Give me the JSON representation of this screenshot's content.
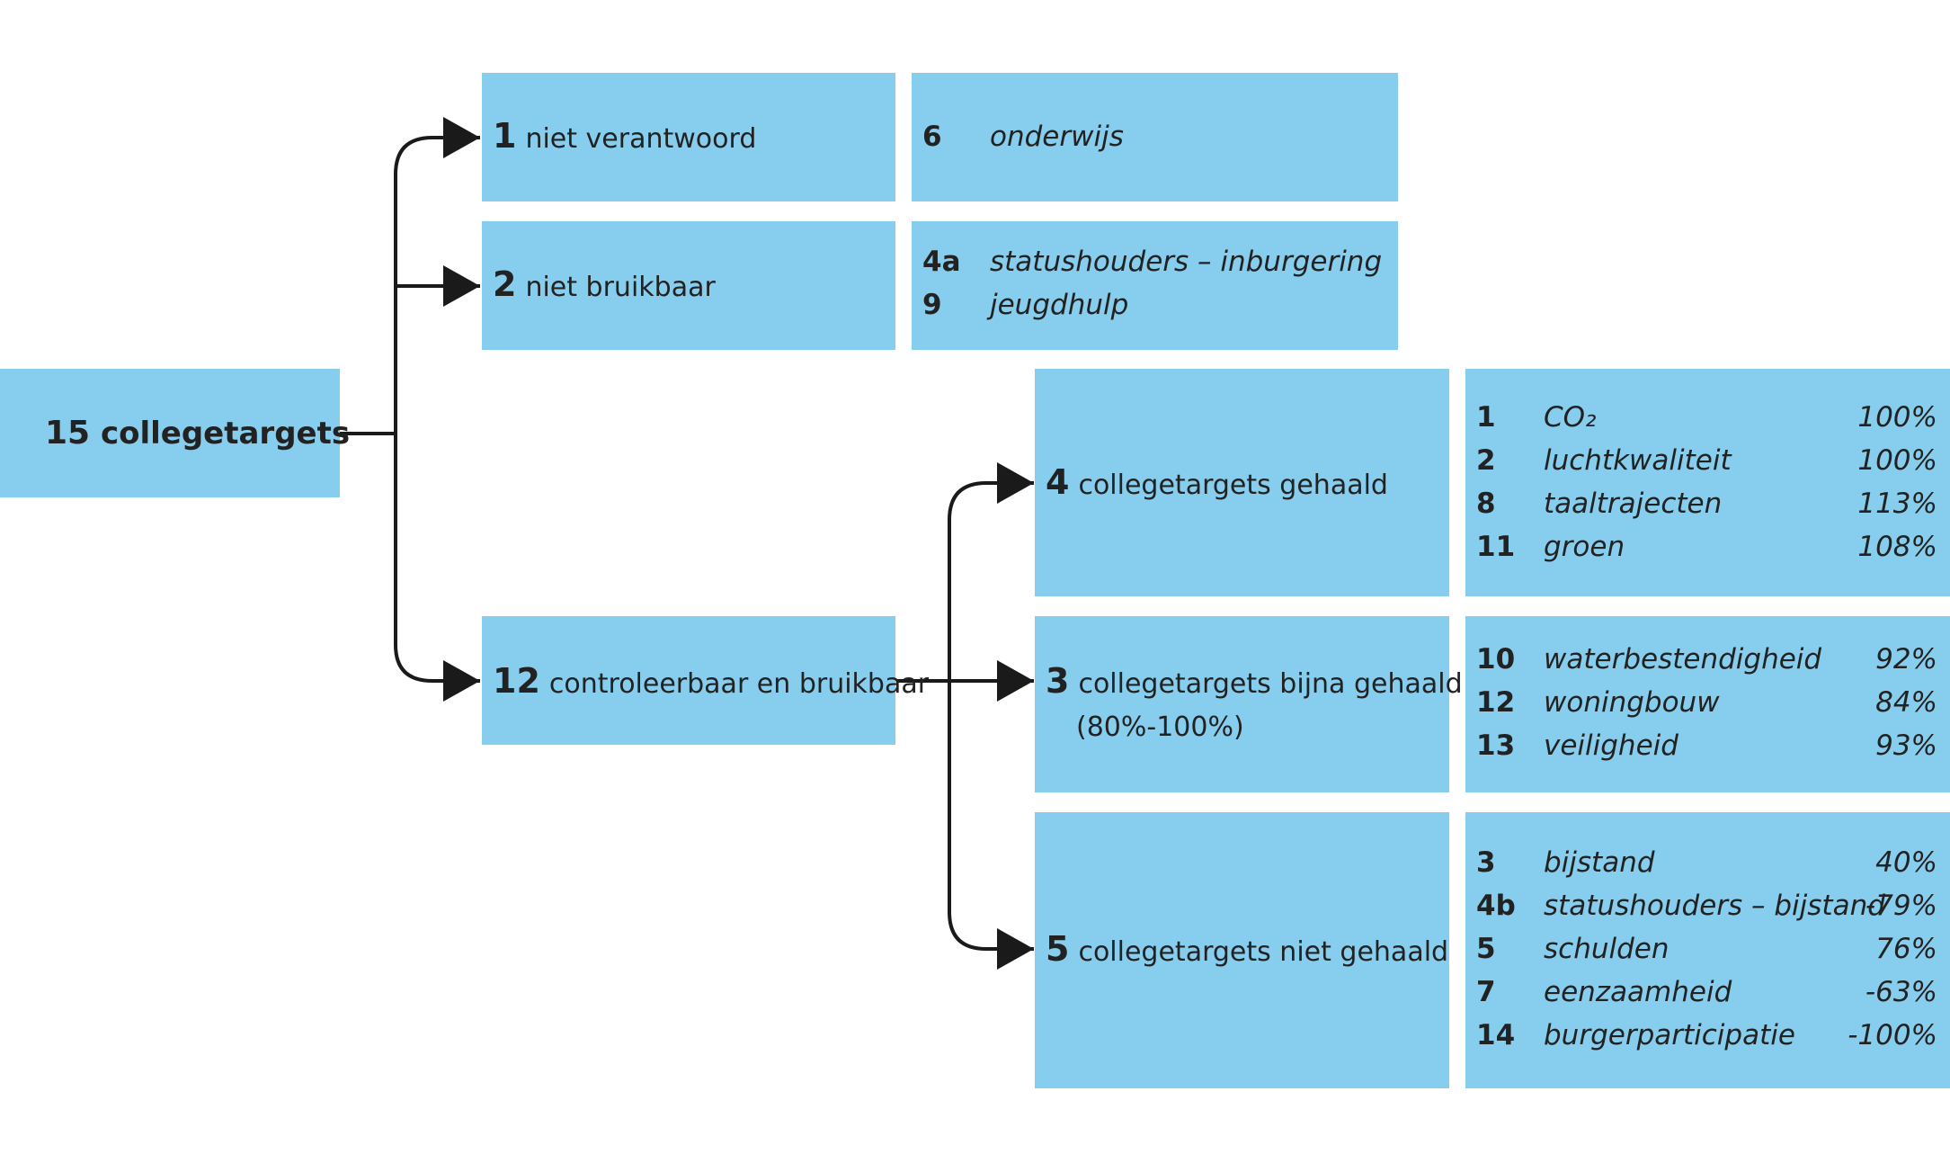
{
  "root": {
    "num": "15",
    "label": "collegetargets"
  },
  "branches": [
    {
      "num": "1",
      "label": "niet verantwoord"
    },
    {
      "num": "2",
      "label": "niet bruikbaar"
    },
    {
      "num": "12",
      "label": "controleerbaar en bruikbaar"
    }
  ],
  "branch_details": {
    "niet_verantwoord": [
      {
        "id": "6",
        "name": "onderwijs"
      }
    ],
    "niet_bruikbaar": [
      {
        "id": "4a",
        "name": "statushouders – inburgering"
      },
      {
        "id": "9",
        "name": "jeugdhulp"
      }
    ]
  },
  "outcomes": [
    {
      "num": "4",
      "label": "collegetargets gehaald",
      "sublabel": ""
    },
    {
      "num": "3",
      "label": "collegetargets bijna gehaald",
      "sublabel": "(80%-100%)"
    },
    {
      "num": "5",
      "label": "collegetargets niet gehaald",
      "sublabel": ""
    }
  ],
  "outcome_details": {
    "gehaald": [
      {
        "id": "1",
        "name": "CO₂",
        "value": "100%"
      },
      {
        "id": "2",
        "name": "luchtkwaliteit",
        "value": "100%"
      },
      {
        "id": "8",
        "name": "taaltrajecten",
        "value": "113%"
      },
      {
        "id": "11",
        "name": "groen",
        "value": "108%"
      }
    ],
    "bijna_gehaald": [
      {
        "id": "10",
        "name": "waterbestendigheid",
        "value": "92%"
      },
      {
        "id": "12",
        "name": "woningbouw",
        "value": "84%"
      },
      {
        "id": "13",
        "name": "veiligheid",
        "value": "93%"
      }
    ],
    "niet_gehaald": [
      {
        "id": "3",
        "name": "bijstand",
        "value": "40%"
      },
      {
        "id": "4b",
        "name": "statushouders – bijstand",
        "value": "-79%"
      },
      {
        "id": "5",
        "name": "schulden",
        "value": "76%"
      },
      {
        "id": "7",
        "name": "eenzaamheid",
        "value": "-63%"
      },
      {
        "id": "14",
        "name": "burgerparticipatie",
        "value": "-100%"
      }
    ]
  },
  "colors": {
    "box": "#87CEEE",
    "line": "#1a1a1a",
    "text": "#222222"
  }
}
